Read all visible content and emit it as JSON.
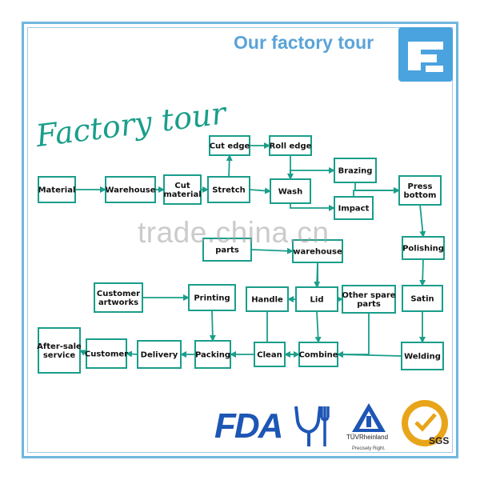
{
  "header": {
    "title": "Our factory tour"
  },
  "diagram": {
    "title": "Factory tour",
    "nodes": [
      {
        "id": "material",
        "lines": [
          "Material"
        ]
      },
      {
        "id": "warehouse",
        "lines": [
          "Warehouse"
        ]
      },
      {
        "id": "cut-material",
        "lines": [
          "Cut",
          "material"
        ]
      },
      {
        "id": "stretch",
        "lines": [
          "Stretch"
        ]
      },
      {
        "id": "cut-edge",
        "lines": [
          "Cut edge"
        ]
      },
      {
        "id": "roll-edge",
        "lines": [
          "Roll edge"
        ]
      },
      {
        "id": "wash",
        "lines": [
          "Wash"
        ]
      },
      {
        "id": "brazing",
        "lines": [
          "Brazing"
        ]
      },
      {
        "id": "impact",
        "lines": [
          "Impact"
        ]
      },
      {
        "id": "press-bottom",
        "lines": [
          "Press",
          "bottom"
        ]
      },
      {
        "id": "parts",
        "lines": [
          "parts"
        ]
      },
      {
        "id": "warehouse-2",
        "lines": [
          "warehouse"
        ]
      },
      {
        "id": "polishing",
        "lines": [
          "Polishing"
        ]
      },
      {
        "id": "customer-artworks",
        "lines": [
          "Customer",
          "artworks"
        ]
      },
      {
        "id": "printing",
        "lines": [
          "Printing"
        ]
      },
      {
        "id": "handle",
        "lines": [
          "Handle"
        ]
      },
      {
        "id": "lid",
        "lines": [
          "Lid"
        ]
      },
      {
        "id": "other-spare-parts",
        "lines": [
          "Other spare",
          "parts"
        ]
      },
      {
        "id": "satin",
        "lines": [
          "Satin"
        ]
      },
      {
        "id": "after-sale-service",
        "lines": [
          "After-sale",
          "service"
        ]
      },
      {
        "id": "customer",
        "lines": [
          "Customer"
        ]
      },
      {
        "id": "delivery",
        "lines": [
          "Delivery"
        ]
      },
      {
        "id": "packing",
        "lines": [
          "Packing"
        ]
      },
      {
        "id": "clean",
        "lines": [
          "Clean"
        ]
      },
      {
        "id": "combine",
        "lines": [
          "Combine"
        ]
      },
      {
        "id": "welding",
        "lines": [
          "Welding"
        ]
      }
    ],
    "edges": [
      [
        "material",
        "warehouse"
      ],
      [
        "warehouse",
        "cut-material"
      ],
      [
        "cut-material",
        "stretch"
      ],
      [
        "stretch",
        "cut-edge"
      ],
      [
        "cut-edge",
        "roll-edge"
      ],
      [
        "roll-edge",
        "wash"
      ],
      [
        "stretch",
        "wash"
      ],
      [
        "wash",
        "brazing"
      ],
      [
        "wash",
        "impact"
      ],
      [
        "brazing",
        "press-bottom"
      ],
      [
        "impact",
        "press-bottom"
      ],
      [
        "press-bottom",
        "polishing"
      ],
      [
        "parts",
        "warehouse-2"
      ],
      [
        "warehouse-2",
        "handle"
      ],
      [
        "warehouse-2",
        "lid"
      ],
      [
        "warehouse-2",
        "other-spare-parts"
      ],
      [
        "polishing",
        "satin"
      ],
      [
        "satin",
        "welding"
      ],
      [
        "welding",
        "combine"
      ],
      [
        "handle",
        "combine"
      ],
      [
        "lid",
        "combine"
      ],
      [
        "other-spare-parts",
        "combine"
      ],
      [
        "combine",
        "clean"
      ],
      [
        "clean",
        "packing"
      ],
      [
        "customer-artworks",
        "printing"
      ],
      [
        "printing",
        "packing"
      ],
      [
        "packing",
        "delivery"
      ],
      [
        "delivery",
        "customer"
      ],
      [
        "customer",
        "after-sale-service"
      ]
    ]
  },
  "watermark": "trade.china.cn",
  "certifications": {
    "fda": "FDA",
    "tuv": "TÜVRheinland",
    "tuv_slogan": "Precisely Right.",
    "sgs": "SGS"
  },
  "colors": {
    "accent": "#1a9e8a",
    "frame": "#6fb6df",
    "title": "#5aa3d8",
    "fda": "#1d56b5"
  }
}
